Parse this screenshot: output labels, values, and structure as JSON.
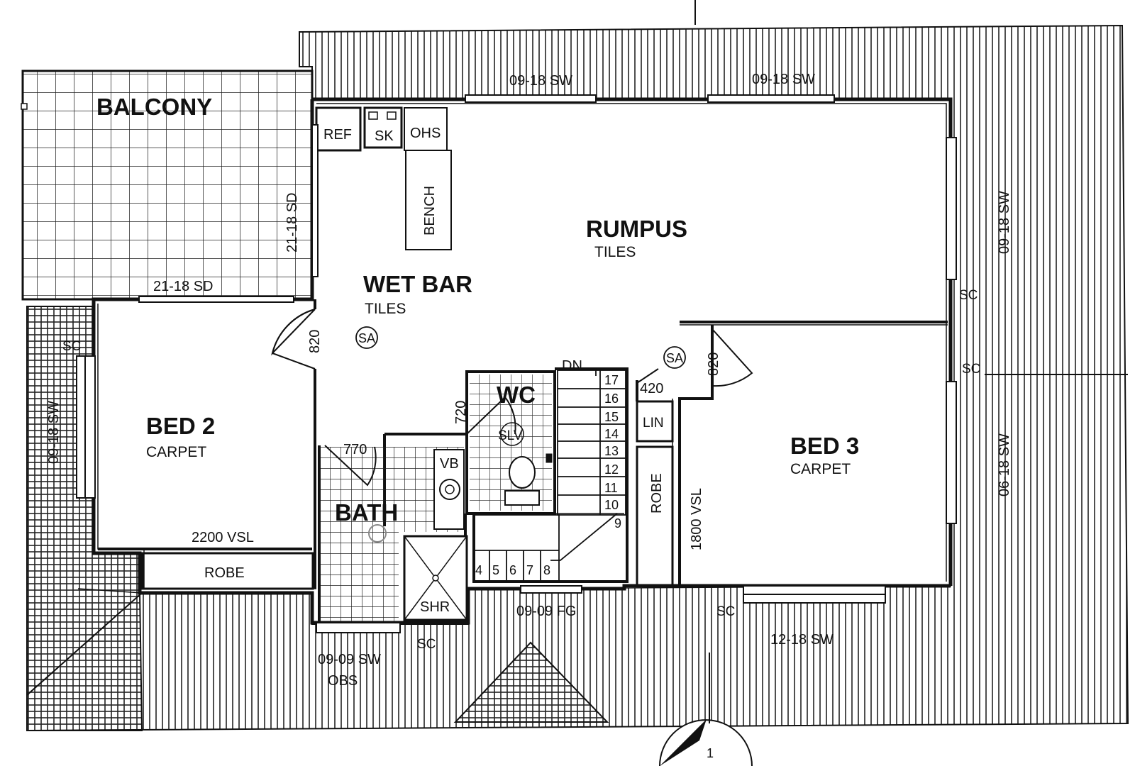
{
  "rooms": {
    "balcony": "BALCONY",
    "rumpus": "RUMPUS",
    "rumpus_finish": "TILES",
    "wet_bar": "WET BAR",
    "wet_bar_finish": "TILES",
    "bed2": "BED 2",
    "bed2_finish": "CARPET",
    "bed3": "BED 3",
    "bed3_finish": "CARPET",
    "bath": "BATH",
    "wc": "WC"
  },
  "fixtures": {
    "ref": "REF",
    "sink": "SK",
    "ohs": "OHS",
    "bench": "BENCH",
    "robe_bed2": "ROBE",
    "robe_bed3": "ROBE",
    "lin": "LIN",
    "vb": "VB",
    "shr": "SHR",
    "slv": "SLV",
    "sa_wetbar": "SA",
    "sa_hall": "SA",
    "dn": "DN"
  },
  "windows": {
    "top_left": "09-18 SW",
    "top_right": "09-18 SW",
    "balcony_side": "21-18 SD",
    "balcony_bottom": "21-18 SD",
    "bed2_side": "09-18 SW",
    "right_upper": "09-18 SW",
    "right_lower": "06-18 SW",
    "bath_window": "09-09 SW",
    "bath_obs": "OBS",
    "stair_window": "09-09 FG",
    "bed3_window": "12-18 SW",
    "vsl_bed2": "2200 VSL",
    "vsl_bed3": "1800 VSL"
  },
  "sc_marks": [
    "SC",
    "SC",
    "SC",
    "SC",
    "SC"
  ],
  "doors": {
    "bed2_door": "820",
    "bed3_door": "820",
    "wc_door": "720",
    "bath_door": "770",
    "lin_door": "420"
  },
  "stairs": {
    "upper_treads": [
      "17",
      "16",
      "15",
      "14",
      "13",
      "12",
      "11",
      "10",
      "9"
    ],
    "lower_treads": [
      "4",
      "5",
      "6",
      "7",
      "8"
    ]
  },
  "section_marker": "1"
}
